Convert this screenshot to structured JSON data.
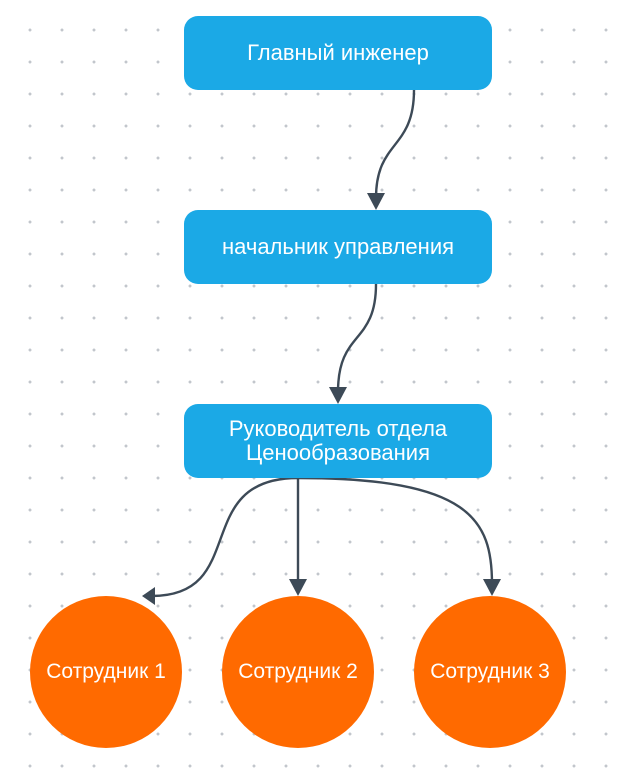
{
  "colors": {
    "box_fill": "#1ba9e6",
    "circle_fill": "#ff6a00",
    "edge_stroke": "#3d4a57",
    "node_text": "#ffffff",
    "grid_dot": "#c2c6cc"
  },
  "nodes": {
    "chief": {
      "label": "Главный инженер",
      "shape": "rounded-rectangle"
    },
    "head": {
      "label": "начальник управления",
      "shape": "rounded-rectangle"
    },
    "dept": {
      "label": "Руководитель отдела\nЦенообразования",
      "shape": "rounded-rectangle"
    },
    "emp1": {
      "label": "Сотрудник 1",
      "shape": "circle"
    },
    "emp2": {
      "label": "Сотрудник 2",
      "shape": "circle"
    },
    "emp3": {
      "label": "Сотрудник 3",
      "shape": "circle"
    }
  },
  "edges": [
    {
      "from": "chief",
      "to": "head"
    },
    {
      "from": "head",
      "to": "dept"
    },
    {
      "from": "dept",
      "to": "emp1"
    },
    {
      "from": "dept",
      "to": "emp2"
    },
    {
      "from": "dept",
      "to": "emp3"
    }
  ]
}
